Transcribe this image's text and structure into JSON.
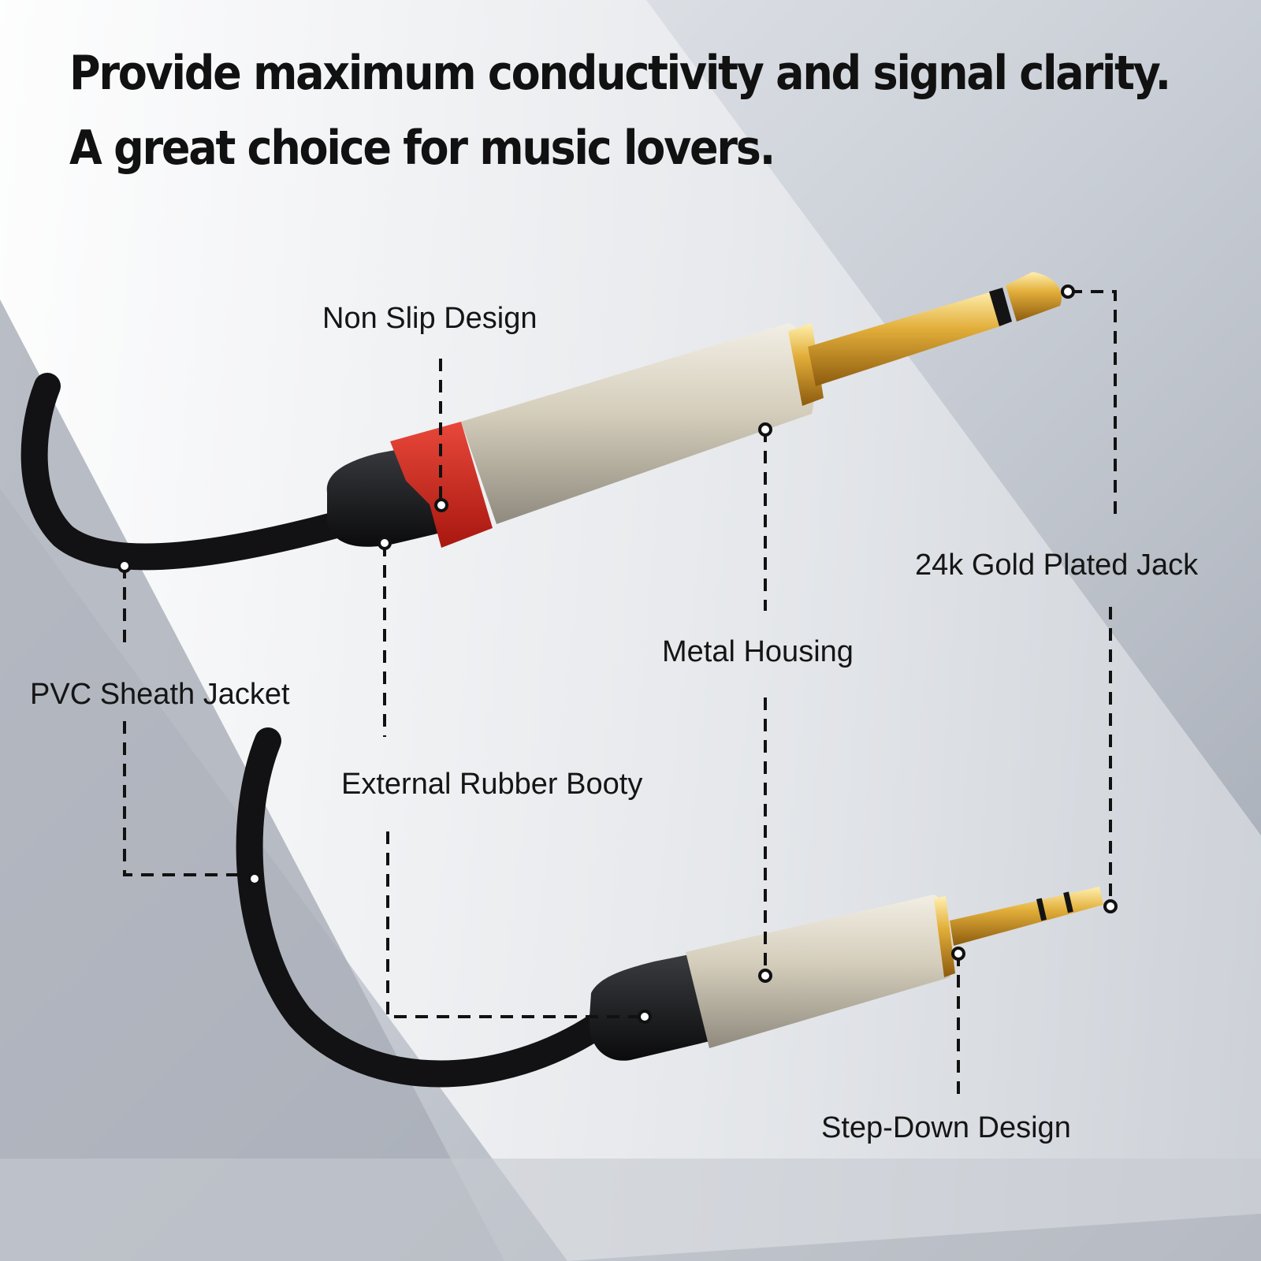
{
  "headline": {
    "line1": "Provide maximum conductivity and signal clarity.",
    "line2": "A great choice for music lovers."
  },
  "callouts": {
    "non_slip": "Non Slip Design",
    "gold_jack": "24k Gold Plated Jack",
    "metal_housing": "Metal Housing",
    "pvc_jacket": "PVC Sheath Jacket",
    "rubber_booty": "External Rubber Booty",
    "step_down": "Step-Down Design"
  },
  "colors": {
    "background": "#b9bec7",
    "accent_red": "#d22a20",
    "gold": "#d9a42c",
    "housing_silver": "#cdc6b4",
    "cable_black": "#111111"
  }
}
